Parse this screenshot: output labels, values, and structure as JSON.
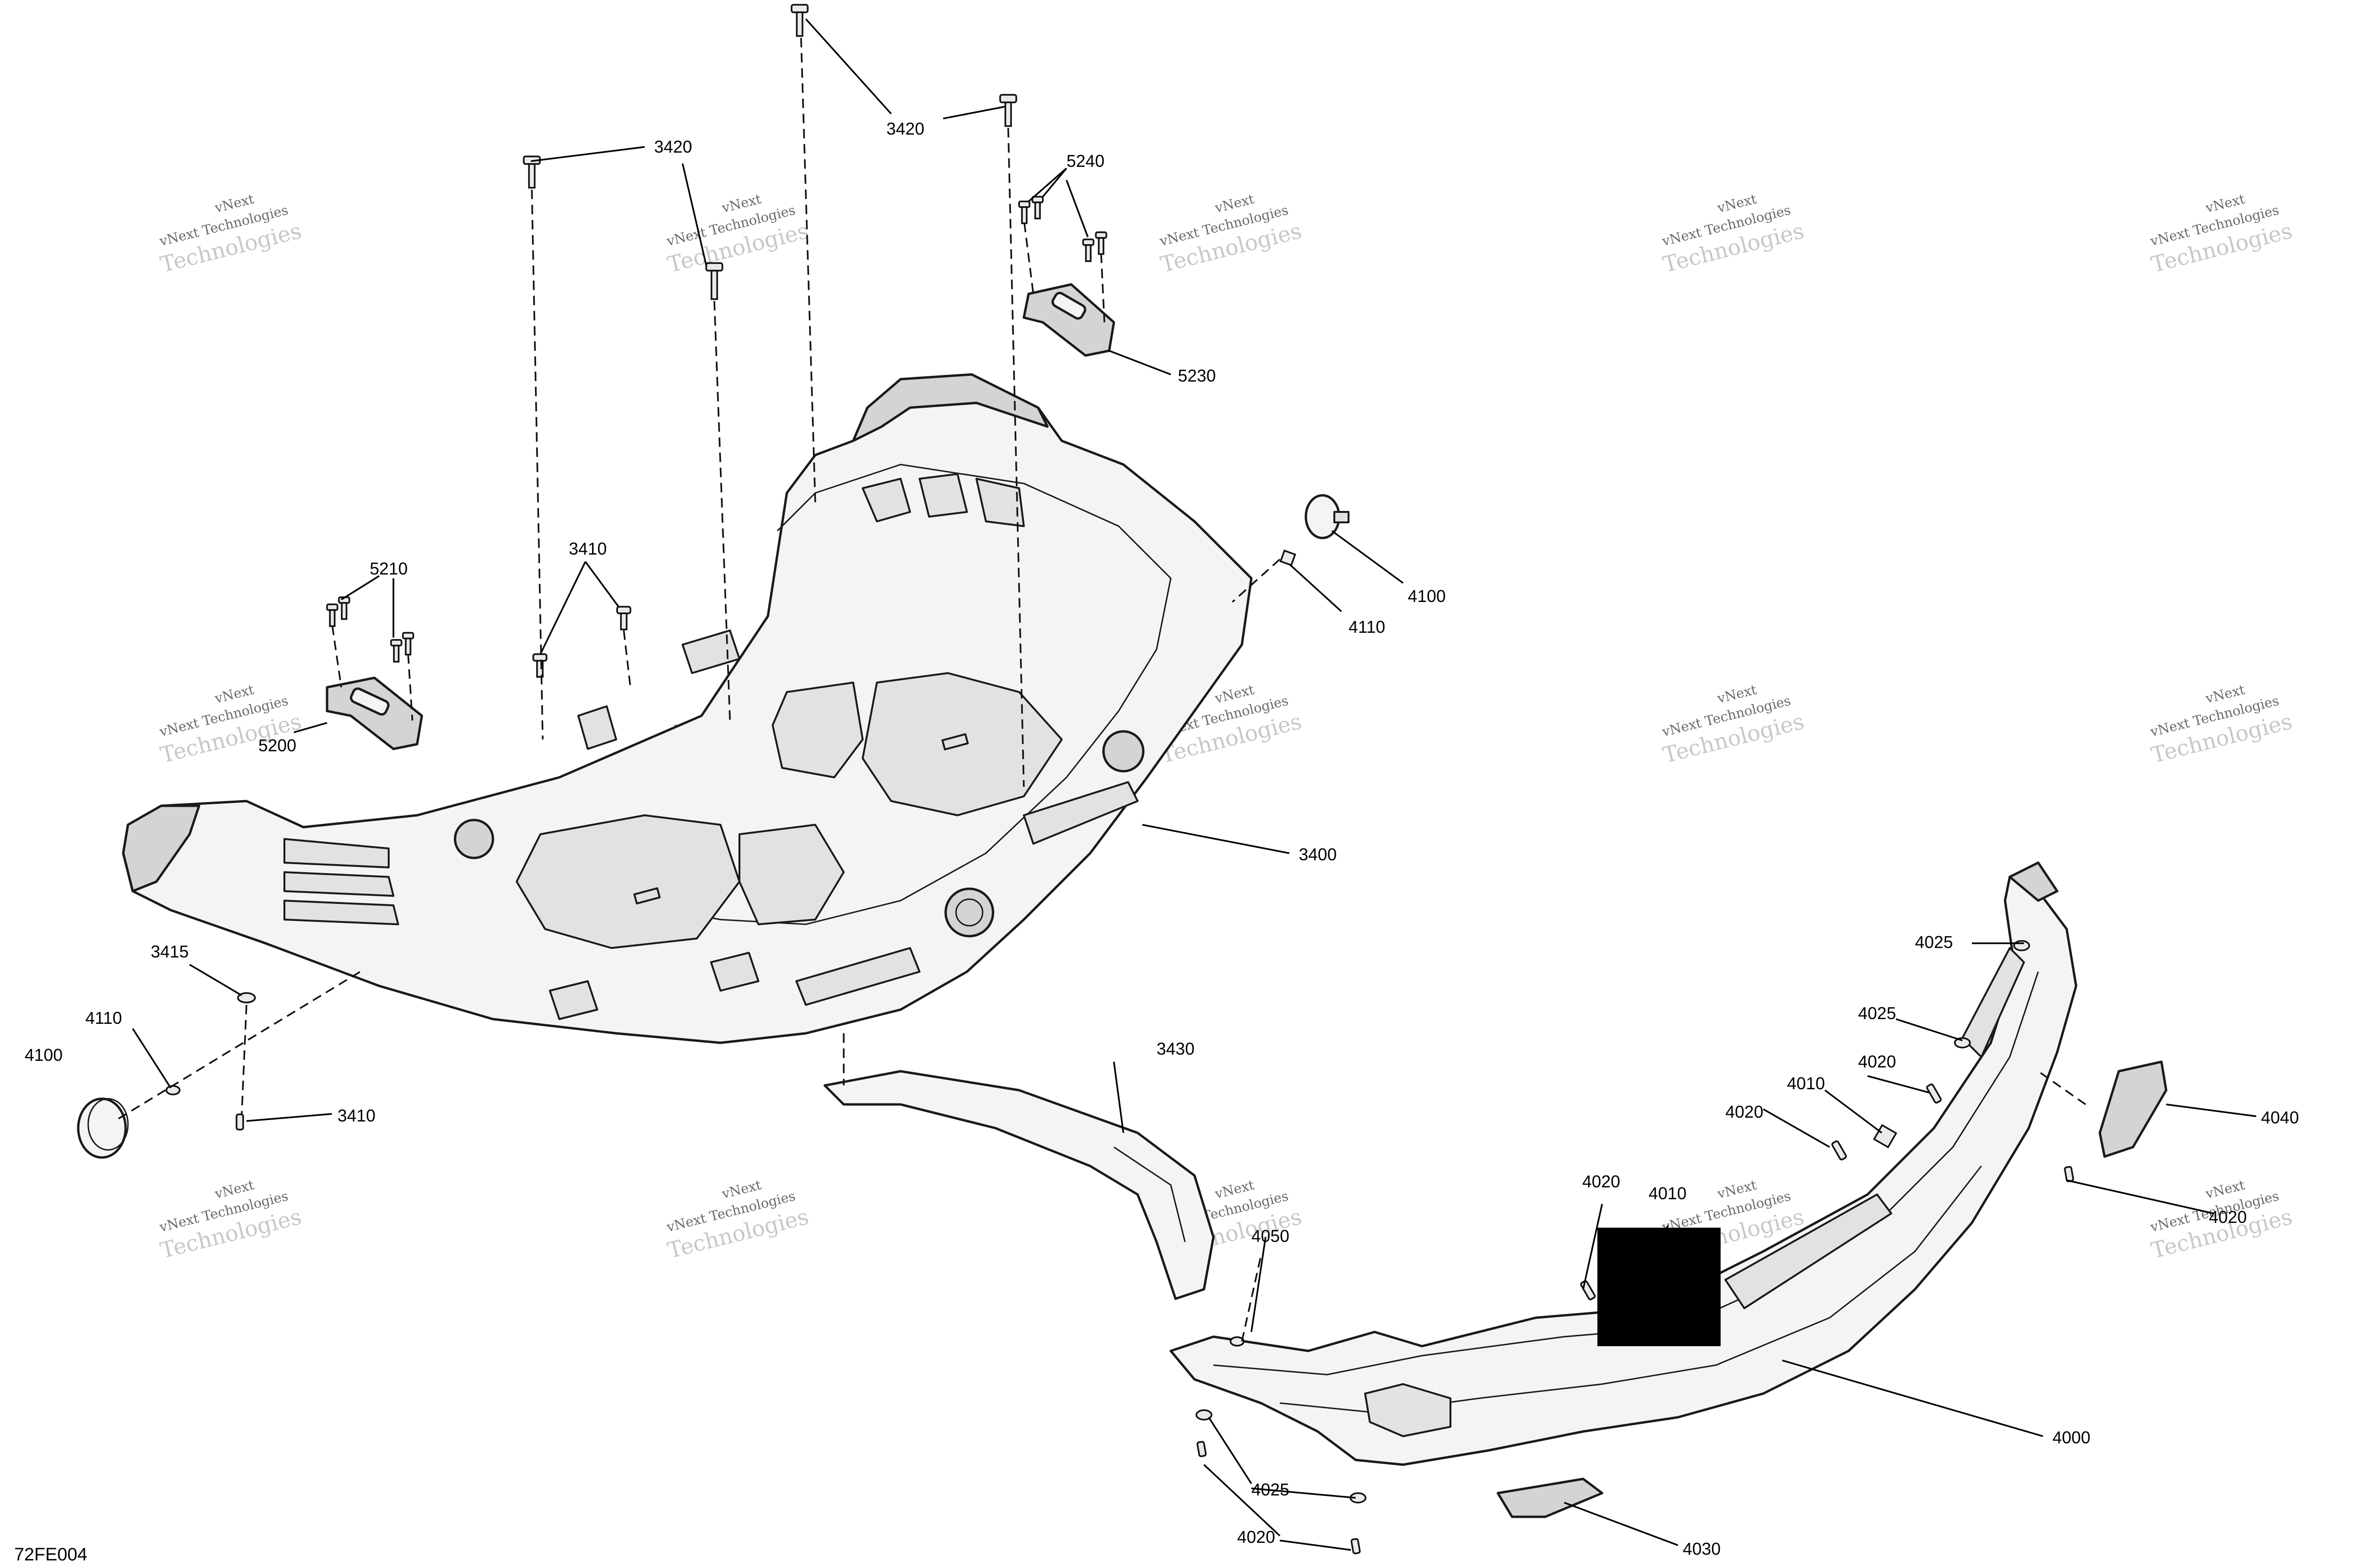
{
  "figure_id": "72FE004",
  "watermark": {
    "line1": "vNext",
    "line2": "vNext Technologies",
    "line3": "Technologies"
  },
  "callouts": {
    "c3420_a": "3420",
    "c3420_b": "3420",
    "c5240": "5240",
    "c5230": "5230",
    "c4100_right": "4100",
    "c4110_right": "4110",
    "c3410_top": "3410",
    "c5210": "5210",
    "c5200": "5200",
    "c3400": "3400",
    "c3415": "3415",
    "c4110_left": "4110",
    "c4100_left": "4100",
    "c3410_bottom": "3410",
    "c3430": "3430",
    "c4025_a": "4025",
    "c4025_b": "4025",
    "c4020_a": "4020",
    "c4010_a": "4010",
    "c4020_b": "4020",
    "c4040": "4040",
    "c4020_c": "4020",
    "c4010_b": "4010",
    "c4050": "4050",
    "c4020_d": "4020",
    "c4000": "4000",
    "c4025_c": "4025",
    "c4030": "4030",
    "c4020_e": "4020"
  }
}
